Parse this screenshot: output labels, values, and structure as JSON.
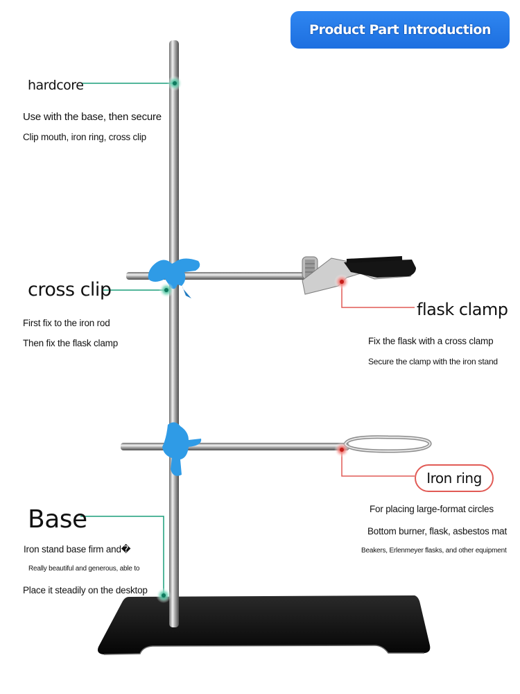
{
  "banner": {
    "title": "Product Part Introduction"
  },
  "parts": {
    "hardcore": {
      "title": "hardcore",
      "lines": [
        "Use with the base, then secure",
        "Clip mouth, iron ring, cross clip"
      ]
    },
    "cross_clip": {
      "title": "cross clip",
      "lines": [
        "First fix to the iron rod",
        "Then fix the flask clamp"
      ]
    },
    "flask_clamp": {
      "title": "flask clamp",
      "lines": [
        "Fix the flask with a cross clamp",
        "Secure the clamp with the iron stand"
      ]
    },
    "iron_ring": {
      "title": "Iron ring",
      "lines": [
        "For placing large-format circles",
        "Bottom burner, flask, asbestos mat",
        "Beakers, Erlenmeyer flasks, and other equipment"
      ]
    },
    "base": {
      "title": "Base",
      "lines": [
        "Iron stand base firm and�",
        "Really beautiful and generous, able to",
        "Place it steadily on the desktop"
      ]
    }
  },
  "colors": {
    "banner": "#1d6fe0",
    "green_leader": "#1a9e7a",
    "red_leader": "#e15a55",
    "clamp_blue": "#2f9be6"
  }
}
